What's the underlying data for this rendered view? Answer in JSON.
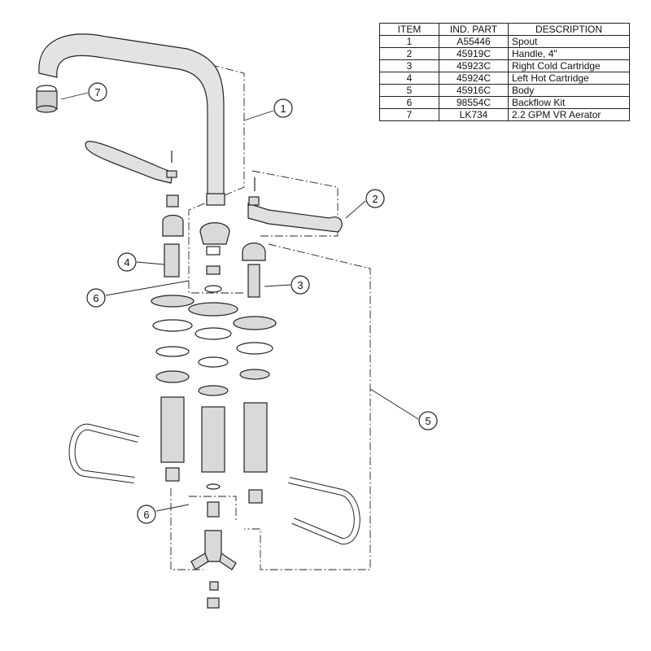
{
  "parts_table": {
    "headers": [
      "ITEM",
      "IND. PART",
      "DESCRIPTION"
    ],
    "rows": [
      [
        "1",
        "A55446",
        "Spout"
      ],
      [
        "2",
        "45919C",
        "Handle, 4\""
      ],
      [
        "3",
        "45923C",
        "Right Cold Cartridge"
      ],
      [
        "4",
        "45924C",
        "Left Hot Cartridge"
      ],
      [
        "5",
        "45916C",
        "Body"
      ],
      [
        "6",
        "98554C",
        "Backflow Kit"
      ],
      [
        "7",
        "LK734",
        "2.2 GPM VR Aerator"
      ]
    ]
  },
  "callouts": [
    "1",
    "2",
    "3",
    "4",
    "5",
    "6",
    "6",
    "7"
  ],
  "colors": {
    "line": "#222222",
    "part_fill": "#d9d9d9"
  }
}
